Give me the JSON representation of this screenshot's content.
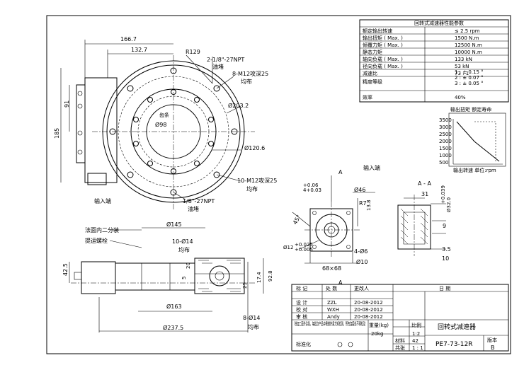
{
  "drawing": {
    "front_view": {
      "dims": {
        "d166": "166.7",
        "d132": "132.7",
        "r129": "R129",
        "npt_top": "2-1/8\"-27NPT",
        "oil_fill": "油堵",
        "bolt_holes_top": "8-M12攻深25",
        "bolt_holes_top_note": "均布",
        "d203": "Ø203.2",
        "d98": "Ø98",
        "d120": "Ø120.6",
        "d91": "91",
        "d185": "185",
        "bolt_holes_bottom": "10-M12攻深25",
        "bolt_holes_bottom_note": "均布",
        "npt_bottom": "1/8\"-27NPT",
        "oil_plug": "油堵",
        "input_end": "输入端",
        "center_label": "齿条"
      }
    },
    "section_view": {
      "labels": {
        "tooth_label": "法面内二分装",
        "bolt_label": "提运螺栓",
        "d145": "Ø145",
        "holes_10": "10-Ø14",
        "holes_10_note": "均布",
        "d42": "42.5",
        "d20": "20",
        "d5": "5",
        "d25": "25",
        "d174": "17.4",
        "d928": "92.8",
        "d163": "Ø163",
        "holes_8": "8-Ø14",
        "holes_8_note": "均布",
        "d237": "Ø237.5"
      }
    },
    "input_view": {
      "labels": {
        "input_end": "输入端",
        "section_a": "A",
        "tol1": "+0.06",
        "tol2": "4+0.03",
        "d46": "Ø46",
        "r7": "R7",
        "d138": "13.8",
        "angle": "45°",
        "d12": "Ø12",
        "tol3": "+0.025",
        "tol4": "+0.005",
        "holes_4": "4-Ø6",
        "sq": "68×68",
        "d10": "Ø10"
      }
    },
    "section_aa": {
      "labels": {
        "title": "A - A",
        "d31": "31",
        "d32": "Ø32.0",
        "tol": "+0.039",
        "d9": "9",
        "d35": "3.5",
        "d10": "10"
      }
    },
    "spec_table": {
      "title": "回转式减速器性能参数",
      "rows": [
        {
          "label": "额定输出转速",
          "value": "≤ 2.5 rpm"
        },
        {
          "label": "输出扭矩 ( Max. )",
          "value": "1500 N.m"
        },
        {
          "label": "倾覆力矩 ( Max. )",
          "value": "12500 N.m"
        },
        {
          "label": "静态力矩",
          "value": "10000 N.m"
        },
        {
          "label": "轴向负载 ( Max. )",
          "value": "133 kN"
        },
        {
          "label": "径向负载 ( Max. )",
          "value": "53 kN"
        },
        {
          "label": "减速比",
          "value": "73 : 1"
        },
        {
          "label": "精度等级",
          "value": "1 : ± 0.15 °\n2 : ± 0.07 °\n3 : ± 0.05 °"
        },
        {
          "label": "效率",
          "value": "40%"
        }
      ]
    },
    "mini_chart": {
      "title": "输出扭矩  额定寿命",
      "yticks": [
        "3500",
        "3000",
        "2500",
        "2000",
        "1500",
        "1000",
        "500"
      ],
      "xlabel": "输出转速 单位:rpm"
    },
    "title_block": {
      "headers": [
        "标 记",
        "处 数",
        "更改人",
        "日 期"
      ],
      "rows": [
        {
          "role": "设 计",
          "name": "ZZL",
          "date": "20-08-2012"
        },
        {
          "role": "校 对",
          "name": "WXH",
          "date": "20-08-2012"
        },
        {
          "role": "审 核",
          "name": "Andy",
          "date": "20-08-2012"
        }
      ],
      "note": "除加工面外涂色，每批次产品中需做拧紧力矩检测，所有连接处不得松动",
      "weight_label": "重量(kg)",
      "weight": "20kg",
      "scale_label": "比例",
      "scale": "1:2",
      "drawing_name": "回转式减速器",
      "drawing_no": "PE7-73-12R",
      "material_label": "材料",
      "material": "42",
      "sheet_label": "共张",
      "sheet": "1 : 1",
      "version_label": "版本",
      "version": "B",
      "standard": "标准化"
    }
  }
}
